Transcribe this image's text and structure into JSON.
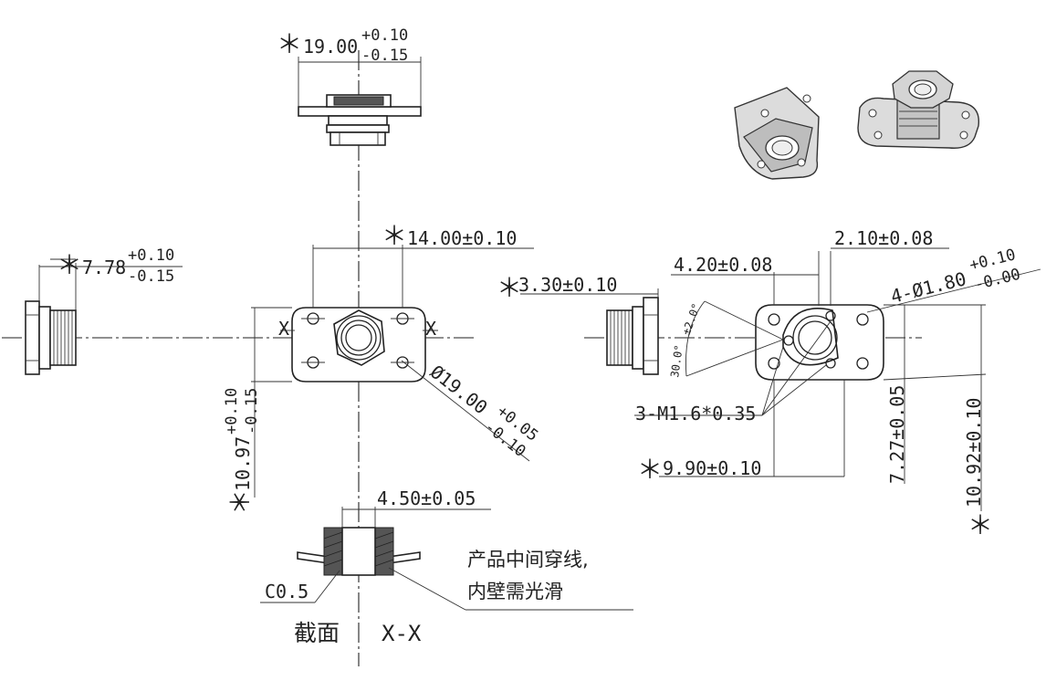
{
  "dimensions": {
    "top_width": {
      "star": "＊",
      "value": "19.00",
      "tol_plus": "+0.10",
      "tol_minus": "-0.15"
    },
    "center_width": {
      "star": "＊",
      "value": "14.00±0.10"
    },
    "left_height": {
      "star": "＊",
      "value": "7.78",
      "tol_plus": "+0.10",
      "tol_minus": "-0.15"
    },
    "vertical_left": {
      "star": "＊",
      "value": "10.97",
      "tol_plus": "+0.10",
      "tol_minus": "-0.15"
    },
    "diameter": {
      "value": "Ø19.00",
      "tol_plus": "+0.05",
      "tol_minus": "-0.10"
    },
    "side_width": {
      "star": "＊",
      "value": "3.30±0.10"
    },
    "right_a": {
      "value": "4.20±0.08"
    },
    "right_b": {
      "value": "2.10±0.08"
    },
    "holes": {
      "value": "4-Ø1.80",
      "tol_plus": "+0.10",
      "tol_minus": "-0.00"
    },
    "angle_a": {
      "value": "30.0°"
    },
    "angle_b": {
      "value": "±2.0°"
    },
    "thread": {
      "value": "3-M1.6*0.35"
    },
    "bottom_width": {
      "star": "＊",
      "value": "9.90±0.10"
    },
    "height_a": {
      "value": "7.27±0.05"
    },
    "height_b": {
      "value": "10.92±0.10",
      "star": "＊"
    },
    "bore": {
      "value": "4.50±0.05"
    },
    "chamfer": {
      "value": "C0.5"
    }
  },
  "notes": {
    "line1": "产品中间穿线,",
    "line2": "内壁需光滑"
  },
  "section": {
    "label": "截面",
    "name": "X-X"
  },
  "section_marks": {
    "left": "X",
    "right": "X"
  }
}
